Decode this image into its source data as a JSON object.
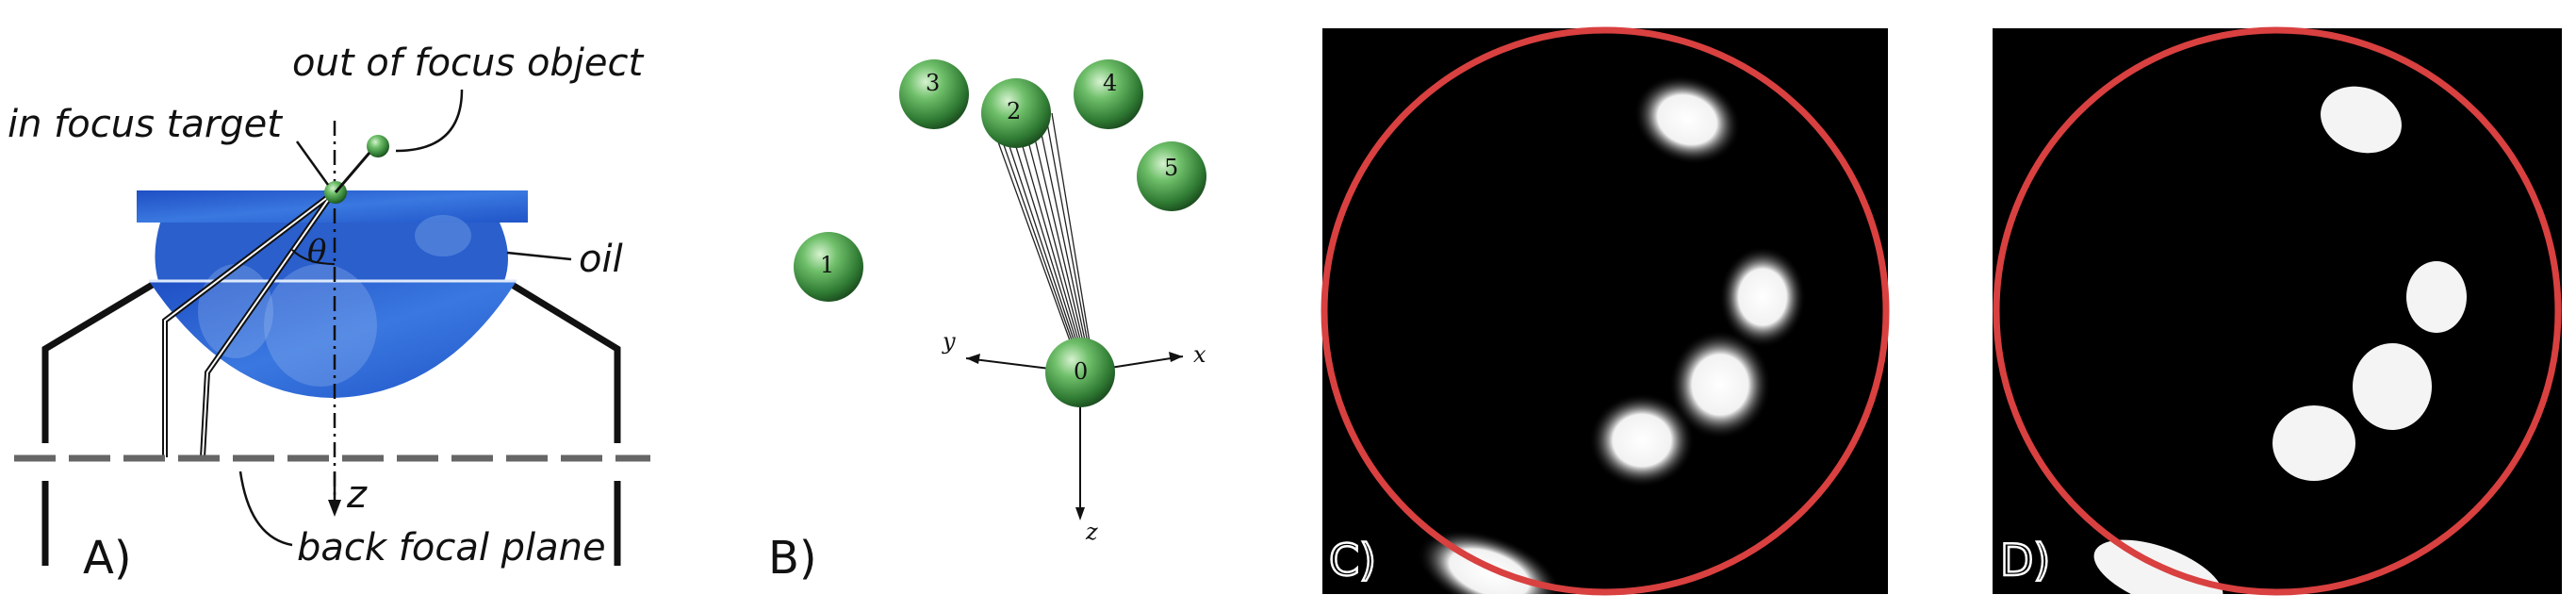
{
  "panel_a": {
    "panel_label": "A)",
    "label_out_of_focus": "out of focus object",
    "label_in_focus": "in focus target",
    "label_oil": "oil",
    "label_theta": "θ",
    "label_z": "z",
    "label_back_focal_plane": "back focal plane"
  },
  "panel_b": {
    "panel_label": "B)",
    "axis_x": "x",
    "axis_y": "y",
    "axis_z": "z",
    "spheres": [
      "0",
      "1",
      "2",
      "3",
      "4",
      "5"
    ]
  },
  "panel_c": {
    "panel_label": "C)"
  },
  "panel_d": {
    "panel_label": "D)"
  },
  "colors": {
    "sphere_green": "#4f9a4f",
    "lens_blue": "#2c66d6",
    "circle_red": "#d94040",
    "plane_gray": "#666666"
  }
}
